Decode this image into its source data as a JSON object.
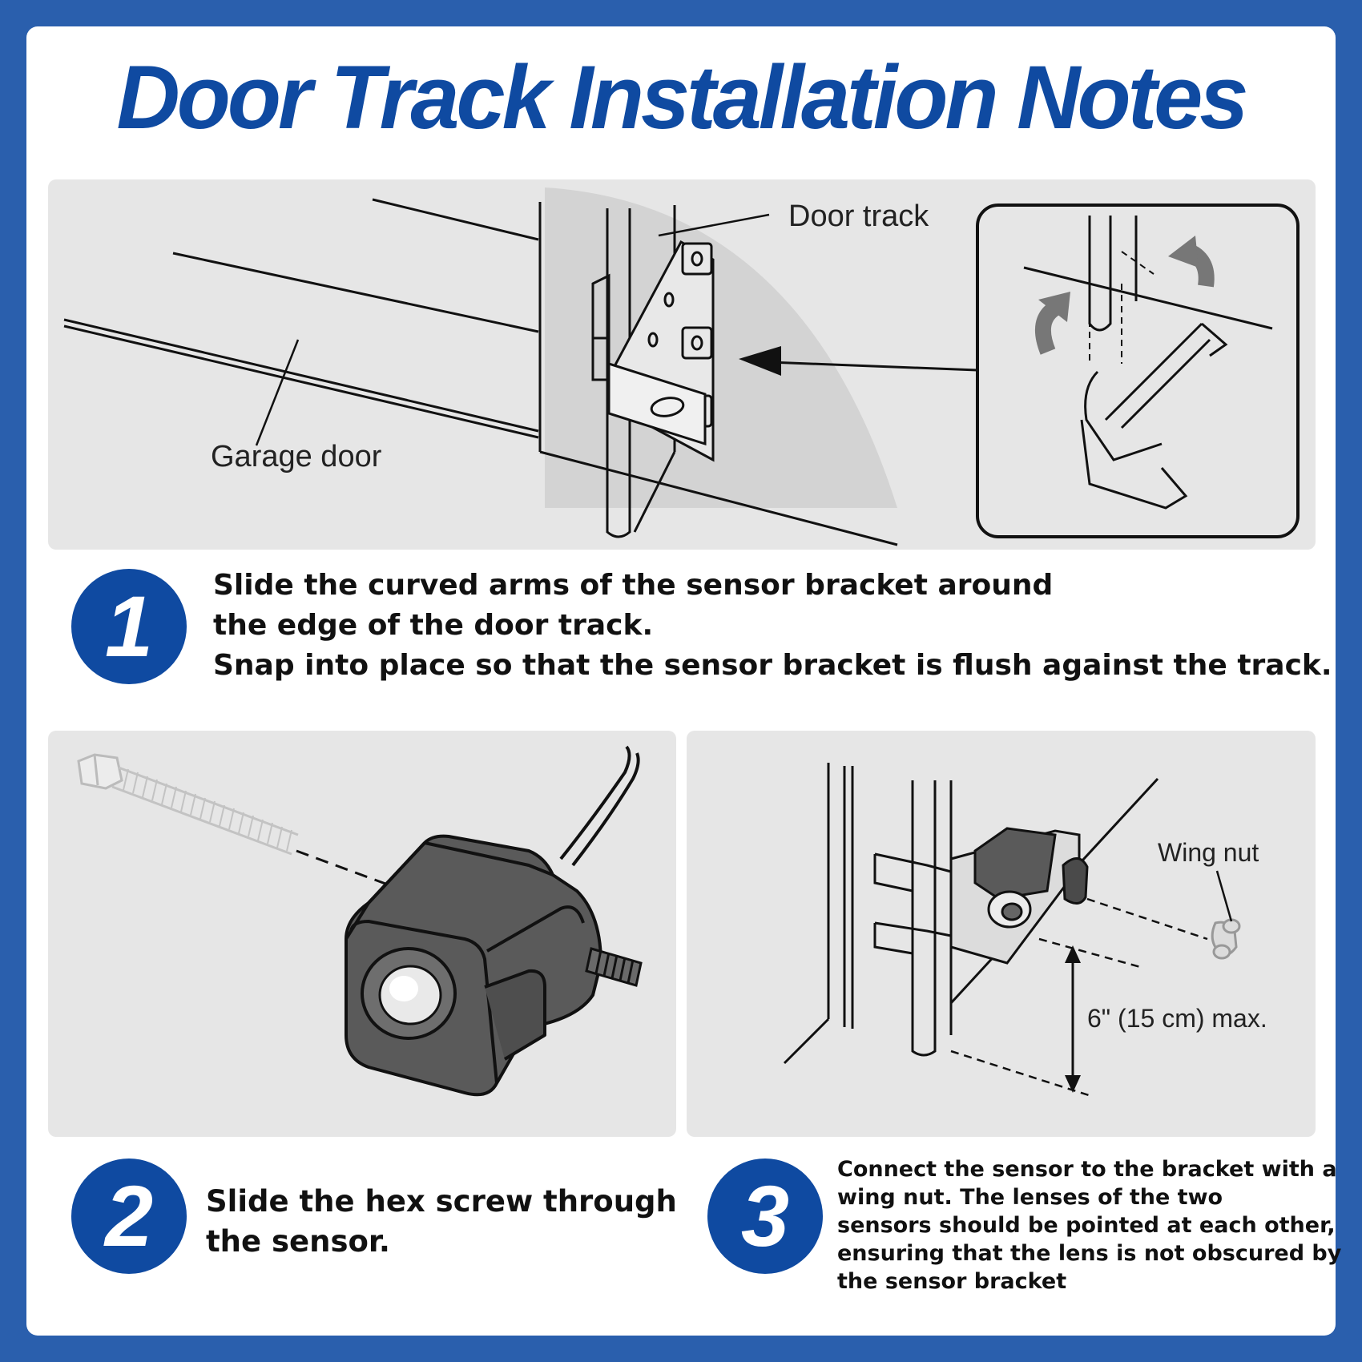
{
  "title": "Door Track Installation Notes",
  "figure1": {
    "label_door_track": "Door track",
    "label_garage_door": "Garage door"
  },
  "figure3": {
    "label_wing_nut": "Wing nut",
    "label_max_distance": "6\" (15 cm) max."
  },
  "steps": [
    {
      "number": "1",
      "lines": [
        "Slide the curved arms of the sensor bracket around",
        "the edge of the door track.",
        "Snap into place so that the sensor bracket is flush against the track."
      ]
    },
    {
      "number": "2",
      "lines": [
        "Slide the hex screw through",
        "the sensor."
      ]
    },
    {
      "number": "3",
      "lines": [
        "Connect the sensor to the bracket with a",
        "wing nut. The lenses of the two",
        "sensors should be pointed at each other,",
        "ensuring that the lens is not obscured by",
        "the sensor bracket"
      ]
    }
  ],
  "colors": {
    "frame_blue": "#2a5fad",
    "title_blue": "#0f4aa1",
    "panel_gray": "#e6e6e6"
  }
}
